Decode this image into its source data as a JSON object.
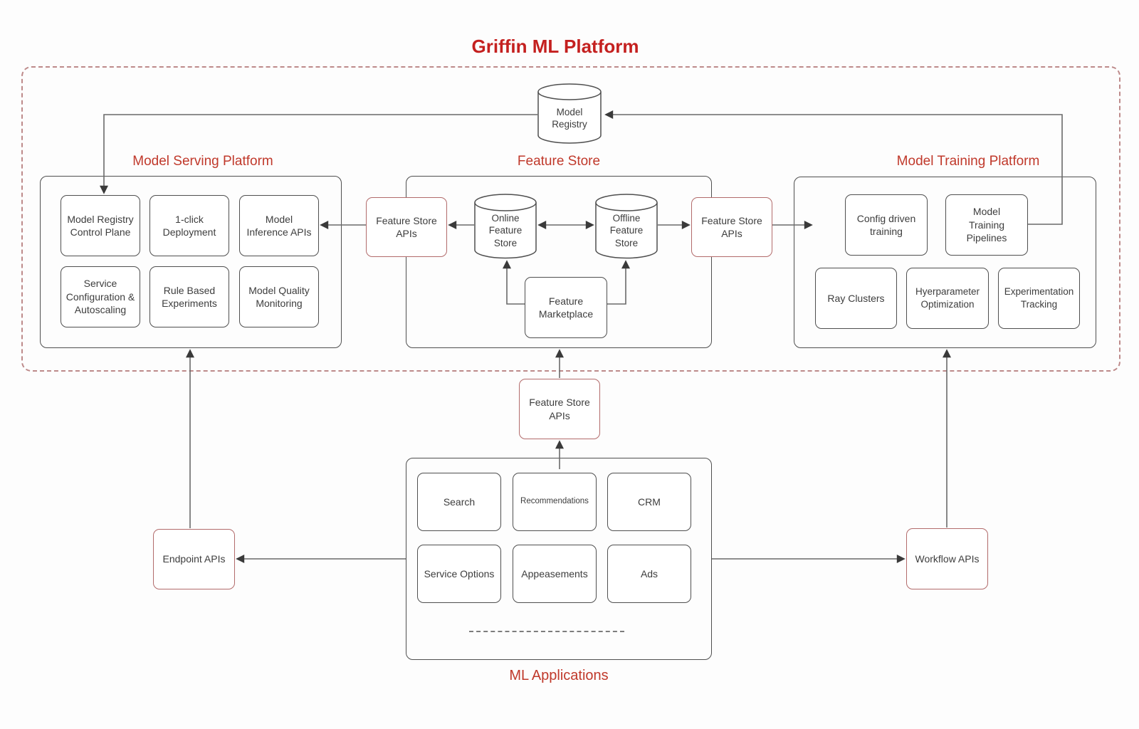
{
  "title": "Griffin ML Platform",
  "colors": {
    "accent_red": "#c4201f",
    "section_label_red": "#c0392b",
    "dashed_boundary": "#bd8a8a",
    "red_box_border": "#b26b6b",
    "box_border": "#4f4f4f",
    "wire": "#6a6a6a"
  },
  "registry": {
    "label": "Model Registry"
  },
  "serving": {
    "title": "Model Serving Platform",
    "boxes": [
      "Model Registry Control Plane",
      "1-click Deployment",
      "Model Inference APIs",
      "Service Configuration & Autoscaling",
      "Rule Based Experiments",
      "Model Quality Monitoring"
    ]
  },
  "feature_store": {
    "title": "Feature Store",
    "api_left": "Feature Store APIs",
    "api_right": "Feature Store APIs",
    "online": "Online Feature Store",
    "offline": "Offline Feature Store",
    "marketplace": "Feature Marketplace"
  },
  "training": {
    "title": "Model Training Platform",
    "boxes": [
      "Config driven training",
      "Model Training Pipelines",
      "Ray Clusters",
      "Hyerparameter Optimization",
      "Experimentation Tracking"
    ]
  },
  "middle_api": {
    "label": "Feature Store APIs"
  },
  "endpoint_api": {
    "label": "Endpoint APIs"
  },
  "workflow_api": {
    "label": "Workflow APIs"
  },
  "applications": {
    "title": "ML Applications",
    "boxes": [
      "Search",
      "Recommendations",
      "CRM",
      "Service Options",
      "Appeasements",
      "Ads"
    ]
  }
}
